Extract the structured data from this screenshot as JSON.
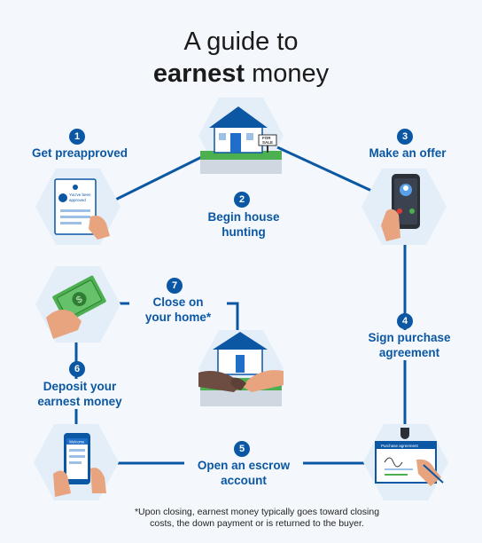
{
  "title": {
    "line1": "A guide to",
    "line2_bold": "earnest",
    "line2_rest": " money"
  },
  "steps": [
    {
      "num": "1",
      "label": "Get preapproved"
    },
    {
      "num": "2",
      "label_line1": "Begin house",
      "label_line2": "hunting"
    },
    {
      "num": "3",
      "label": "Make an offer"
    },
    {
      "num": "4",
      "label_line1": "Sign purchase",
      "label_line2": "agreement"
    },
    {
      "num": "5",
      "label_line1": "Open an escrow",
      "label_line2": "account"
    },
    {
      "num": "6",
      "label_line1": "Deposit your",
      "label_line2": "earnest money"
    },
    {
      "num": "7",
      "label_line1": "Close on",
      "label_line2": "your home*"
    }
  ],
  "illustrations": {
    "approval_doc": {
      "icon": "approval-letter-icon",
      "text_line1": "You've been",
      "text_line2": "approved"
    },
    "house_for_sale": {
      "icon": "house-for-sale-icon",
      "sign_line1": "FOR",
      "sign_line2": "SALE"
    },
    "phone_call": {
      "icon": "phone-call-icon"
    },
    "agreement": {
      "icon": "purchase-agreement-icon",
      "header": "Purchase agreement"
    },
    "mobile_banking": {
      "icon": "mobile-deposit-icon",
      "header": "Welcome"
    },
    "cash": {
      "icon": "cash-in-hand-icon"
    },
    "handshake": {
      "icon": "handshake-house-icon"
    }
  },
  "footnote": {
    "line1": "*Upon closing, earnest money typically goes toward closing",
    "line2": "costs, the down payment or is returned to the buyer."
  },
  "colors": {
    "primary_blue": "#0b57a4",
    "hex_bg": "#e3eef9",
    "green": "#4caf50",
    "skin": "#e8a37f"
  }
}
